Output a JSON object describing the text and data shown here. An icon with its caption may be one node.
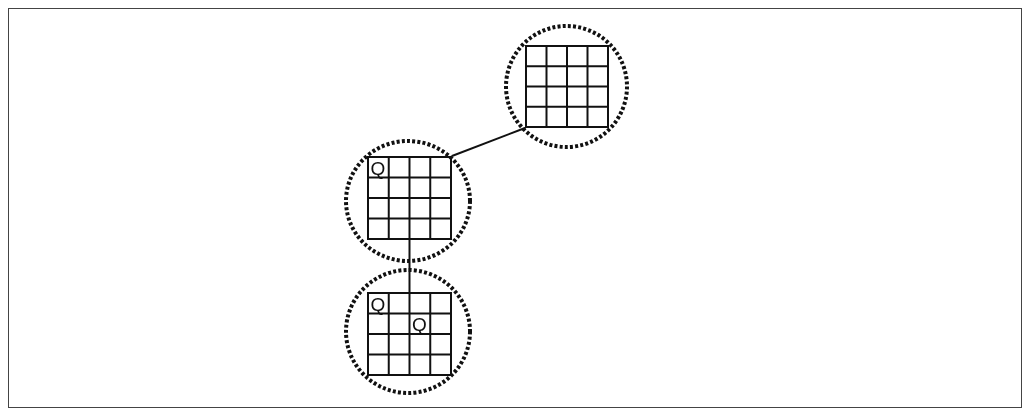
{
  "diagram": {
    "nodes": [
      {
        "text": [],
        "shape": "circle"
      },
      {
        "text": [],
        "shape": "grid",
        "in": 0
      },
      {
        "text": [],
        "shape": "circle"
      },
      {
        "text": [
          "Q"
        ],
        "in": 2
      },
      {
        "text": [],
        "shape": "circle"
      },
      {
        "text": [
          "Q",
          "Q"
        ],
        "in": 4
      }
    ],
    "edges": [
      {
        "from": 1,
        "to": 3,
        "arrow": "none"
      },
      {
        "from": 3,
        "to": 5,
        "arrow": "none"
      }
    ]
  }
}
